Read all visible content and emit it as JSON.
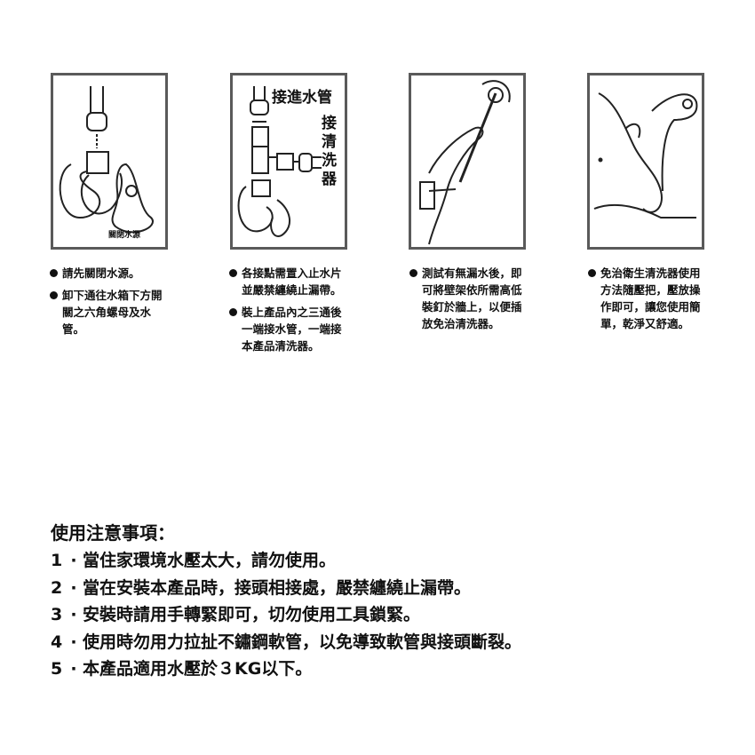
{
  "panels": [
    {
      "label": "關閉水源"
    },
    {
      "label_top": "接進水管",
      "label_side": [
        "接",
        "清",
        "洗",
        "器"
      ]
    },
    {},
    {}
  ],
  "steps": [
    {
      "items": [
        "請先關閉水源。",
        "卸下通往水箱下方開關之六角螺母及水管。"
      ]
    },
    {
      "items": [
        "各接點需置入止水片並嚴禁纏繞止漏帶。",
        "裝上產品內之三通後一端接水管，一端接本產品清洗器。"
      ]
    },
    {
      "items": [
        "測試有無漏水後，即可將壁架依所需高低裝釘於牆上，以便插放免治清洗器。"
      ]
    },
    {
      "items": [
        "免治衛生清洗器使用方法隨壓把，壓放操作即可，讓您使用簡單，乾淨又舒適。"
      ]
    }
  ],
  "notes": {
    "title": "使用注意事項：",
    "separator": "·",
    "items": [
      {
        "num": "1",
        "text": "當住家環境水壓太大，請勿使用。"
      },
      {
        "num": "2",
        "text": "當在安裝本產品時，接頭相接處，嚴禁纏繞止漏帶。"
      },
      {
        "num": "3",
        "text": "安裝時請用手轉緊即可，切勿使用工具鎖緊。"
      },
      {
        "num": "4",
        "text": "使用時勿用力拉扯不鏽鋼軟管，以免導致軟管與接頭斷裂。"
      },
      {
        "num": "5",
        "text": "本產品適用水壓於３KG以下。"
      }
    ]
  }
}
